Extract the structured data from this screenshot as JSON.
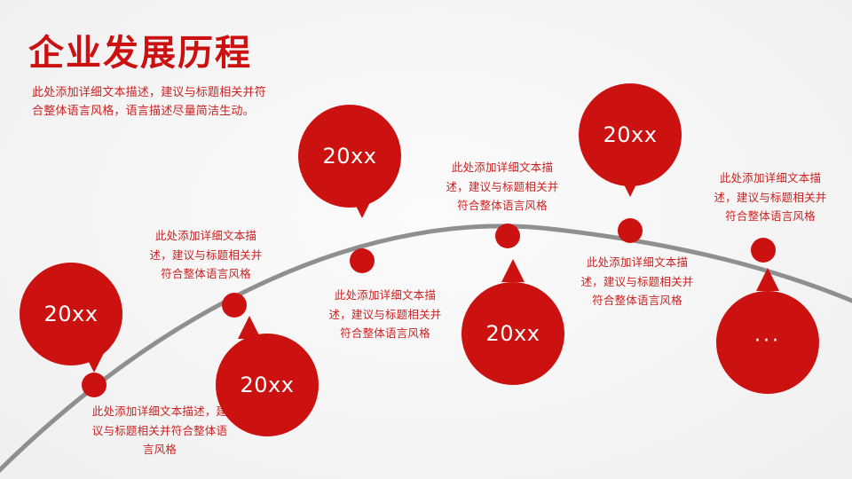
{
  "slide": {
    "title": "企业发展历程",
    "subtitle": "此处添加详细文本描述，建议与标题相关并符合整体语言风格，语言描述尽量简洁生动。",
    "accent_color": "#cc1111",
    "text_color": "#cc2222",
    "line_color": "#8f8f8f",
    "background_color": "#f3f3f3"
  },
  "milestones": [
    {
      "id": "milestone-1",
      "year": "20xx",
      "description": "此处添加详细文本描述，建议与标题相关并符合整体语言风格",
      "position": "above-line"
    },
    {
      "id": "milestone-2",
      "year": "20xx",
      "description": "此处添加详细文本描述，建议与标题相关并符合整体语言风格",
      "position": "below-line"
    },
    {
      "id": "milestone-3",
      "year": "20xx",
      "description": "此处添加详细文本描述，建议与标题相关并符合整体语言风格",
      "position": "above-line"
    },
    {
      "id": "milestone-4",
      "year": "20xx",
      "description": "此处添加详细文本描述，建议与标题相关并符合整体语言风格",
      "position": "below-line"
    },
    {
      "id": "milestone-5",
      "year": "20xx",
      "description": "此处添加详细文本描述，建议与标题相关并符合整体语言风格",
      "position": "above-line"
    },
    {
      "id": "milestone-6",
      "year": "···",
      "description": "此处添加详细文本描述，建议与标题相关并符合整体语言风格",
      "position": "below-line"
    }
  ]
}
